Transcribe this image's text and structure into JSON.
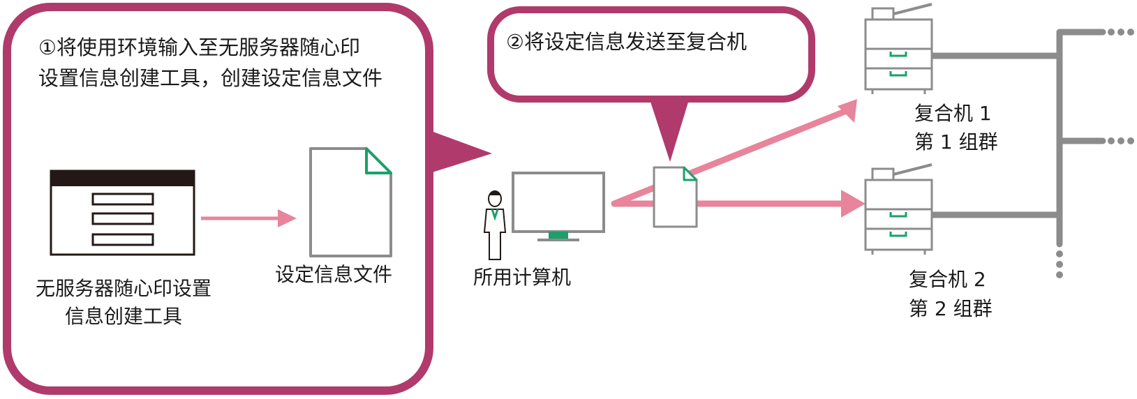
{
  "step1": {
    "line1": "①将使用环境输入至无服务器随心印",
    "line2": "设置信息创建工具，创建设定信息文件"
  },
  "step2": {
    "line1": "②将设定信息发送至复合机"
  },
  "tool": {
    "label_line1": "无服务器随心印设置",
    "label_line2": "信息创建工具"
  },
  "settings_file": {
    "label": "设定信息文件"
  },
  "computer": {
    "label": "所用计算机"
  },
  "mfp1": {
    "name": "复合机 1",
    "group": "第 1 组群"
  },
  "mfp2": {
    "name": "复合机 2",
    "group": "第 2 组群"
  },
  "colors": {
    "accent": "#b03a6b",
    "arrow": "#e8849c",
    "green": "#1aa06a",
    "gray": "#8c8c8c",
    "dark": "#231815"
  }
}
